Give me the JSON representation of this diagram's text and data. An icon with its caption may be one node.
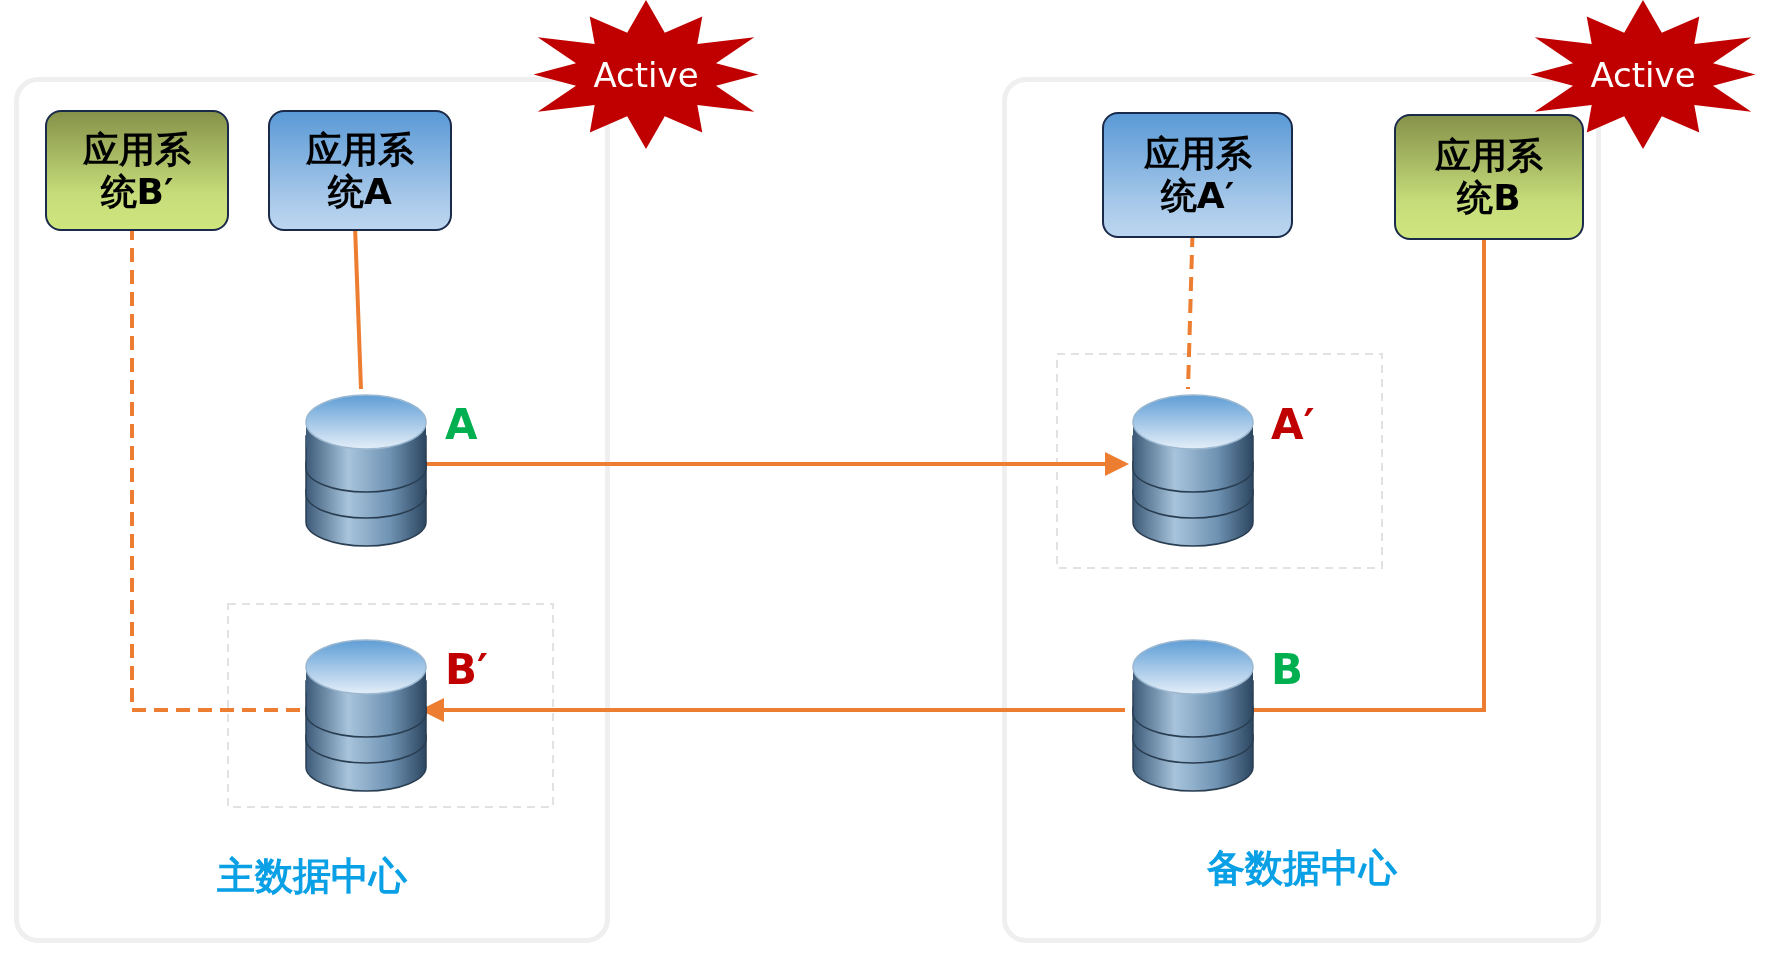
{
  "diagram": {
    "nodes": [
      {
        "text": [
          "主数据中心"
        ]
      },
      {
        "text": [
          "应用系统B′"
        ],
        "in": 0
      },
      {
        "text": [
          "应用系统A"
        ],
        "in": 0
      },
      {
        "text": [],
        "shape": "cylinder",
        "beside": [
          "A"
        ],
        "in": 0
      },
      {
        "text": [],
        "shape": "cylinder",
        "beside": [
          "B′"
        ],
        "in": 0
      },
      {
        "text": [
          "备数据中心"
        ]
      },
      {
        "text": [
          "应用系统A′"
        ],
        "in": 5
      },
      {
        "text": [
          "应用系统B"
        ],
        "in": 5
      },
      {
        "text": [],
        "shape": "cylinder",
        "beside": [
          "A′"
        ],
        "in": 5
      },
      {
        "text": [],
        "shape": "cylinder",
        "beside": [
          "B"
        ],
        "in": 5
      },
      {
        "text": [
          "Active"
        ]
      },
      {
        "text": [
          "Active"
        ]
      }
    ],
    "edges": [
      {
        "from": 2,
        "to": 3,
        "arrow": "none"
      },
      {
        "from": 1,
        "to": 4,
        "arrow": "none",
        "style": "dashed"
      },
      {
        "from": 6,
        "to": 8,
        "arrow": "none",
        "style": "dashed"
      },
      {
        "from": 7,
        "to": 9,
        "arrow": "none"
      },
      {
        "from": 3,
        "to": 8,
        "arrow": "to"
      },
      {
        "from": 9,
        "to": 4,
        "arrow": "to"
      }
    ]
  }
}
